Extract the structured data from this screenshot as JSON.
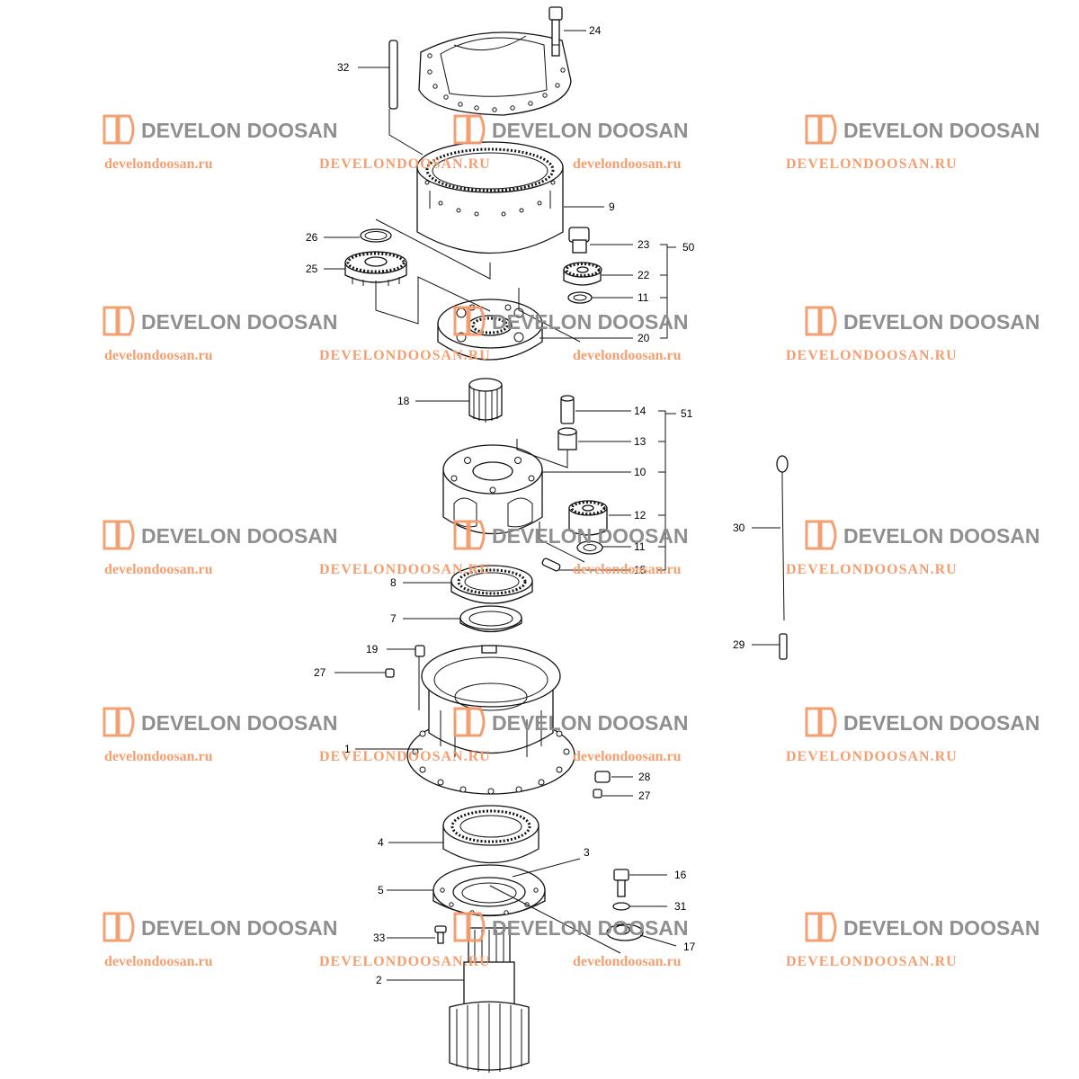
{
  "watermark": {
    "brand": "DEVELON DOOSAN",
    "site_lower": "develondoosan.ru",
    "site_mixed": "DEVELONDOOSAN.RU",
    "brand_color": "#8a8a8a",
    "site_color": "#f39a6a"
  },
  "callouts": {
    "p24": "24",
    "p32": "32",
    "p9": "9",
    "p26": "26",
    "p25": "25",
    "p23": "23",
    "p50": "50",
    "p22": "22",
    "p11a": "11",
    "p20": "20",
    "p18": "18",
    "p14": "14",
    "p51": "51",
    "p13": "13",
    "p10": "10",
    "p12": "12",
    "p11b": "11",
    "p15": "15",
    "p8": "8",
    "p7": "7",
    "p19": "19",
    "p27a": "27",
    "p1": "1",
    "p28": "28",
    "p27b": "27",
    "p4": "4",
    "p3": "3",
    "p5": "5",
    "p16": "16",
    "p31": "31",
    "p33": "33",
    "p17": "17",
    "p2": "2",
    "p30": "30",
    "p29": "29"
  }
}
